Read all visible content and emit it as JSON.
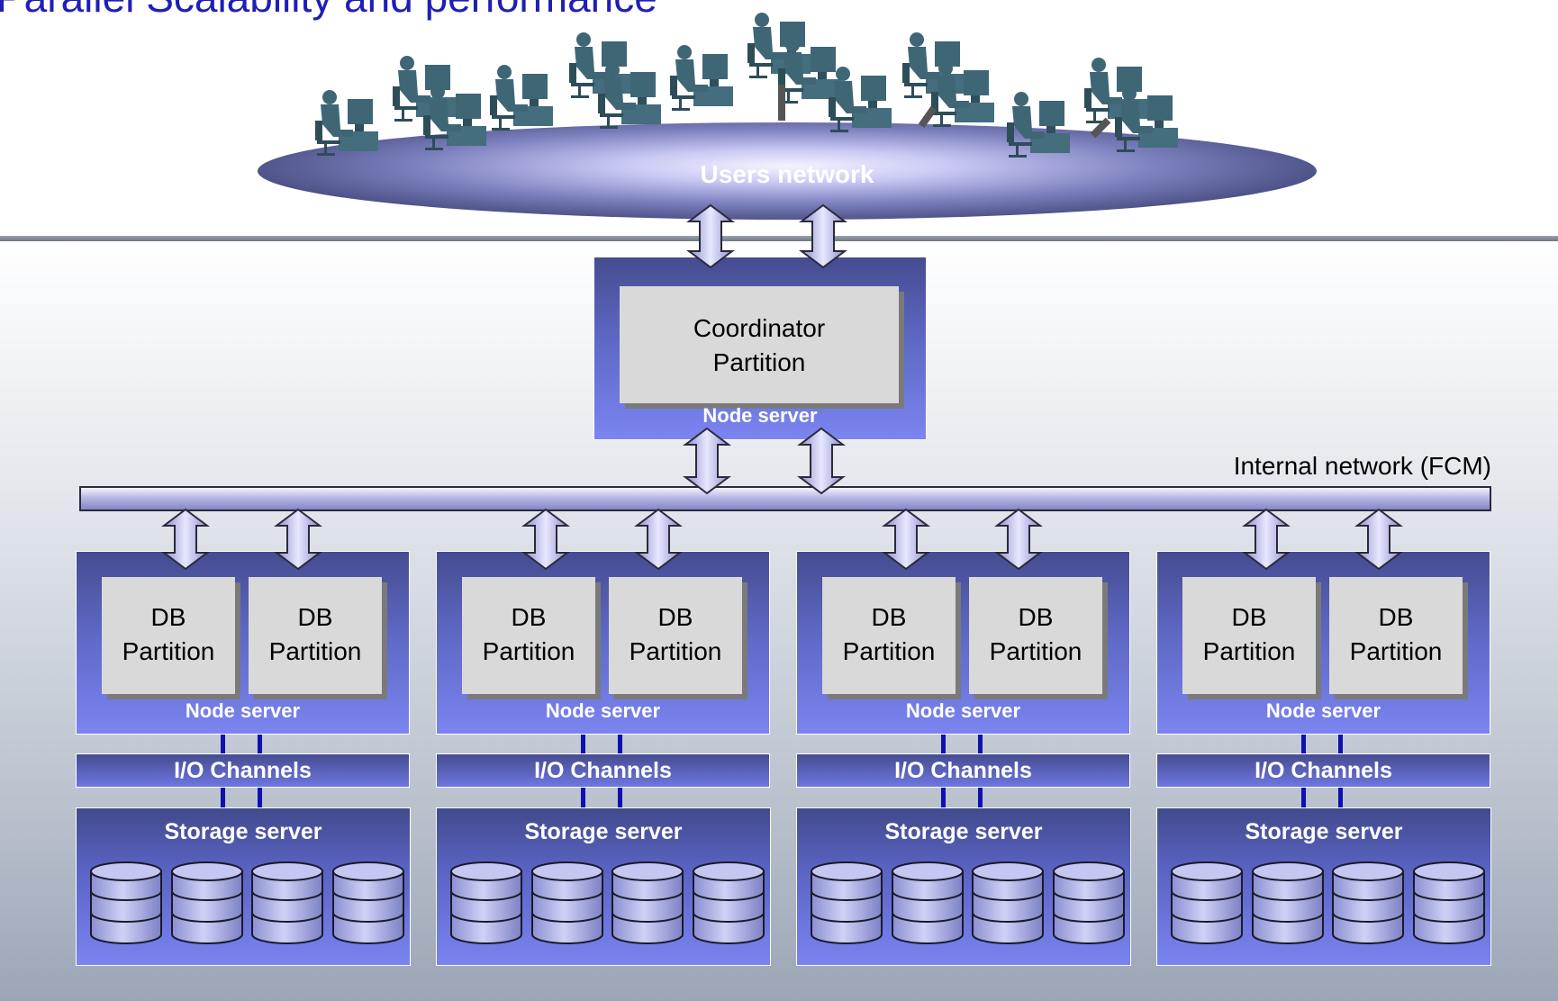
{
  "header": {
    "title": "Parallel Scalability and performance"
  },
  "users_network": {
    "label": "Users network"
  },
  "coordinator": {
    "partition_line1": "Coordinator",
    "partition_line2": "Partition",
    "server_label": "Node server"
  },
  "internal_network": {
    "label": "Internal network (FCM)"
  },
  "nodes": [
    {
      "partitions": [
        {
          "line1": "DB",
          "line2": "Partition"
        },
        {
          "line1": "DB",
          "line2": "Partition"
        }
      ],
      "server_label": "Node server",
      "io_label": "I/O Channels",
      "storage_label": "Storage server"
    },
    {
      "partitions": [
        {
          "line1": "DB",
          "line2": "Partition"
        },
        {
          "line1": "DB",
          "line2": "Partition"
        }
      ],
      "server_label": "Node server",
      "io_label": "I/O Channels",
      "storage_label": "Storage server"
    },
    {
      "partitions": [
        {
          "line1": "DB",
          "line2": "Partition"
        },
        {
          "line1": "DB",
          "line2": "Partition"
        }
      ],
      "server_label": "Node server",
      "io_label": "I/O Channels",
      "storage_label": "Storage server"
    },
    {
      "partitions": [
        {
          "line1": "DB",
          "line2": "Partition"
        },
        {
          "line1": "DB",
          "line2": "Partition"
        }
      ],
      "server_label": "Node server",
      "io_label": "I/O Channels",
      "storage_label": "Storage server"
    }
  ],
  "icons": {
    "user": "user-at-workstation-icon",
    "disk": "database-disk-icon",
    "arrow": "bidirectional-arrow-icon"
  },
  "colors": {
    "title": "#1f1fb4",
    "node_fill": "#5e68c4",
    "partition_fill": "#d9d9d9",
    "io_tick": "#1010b0"
  }
}
